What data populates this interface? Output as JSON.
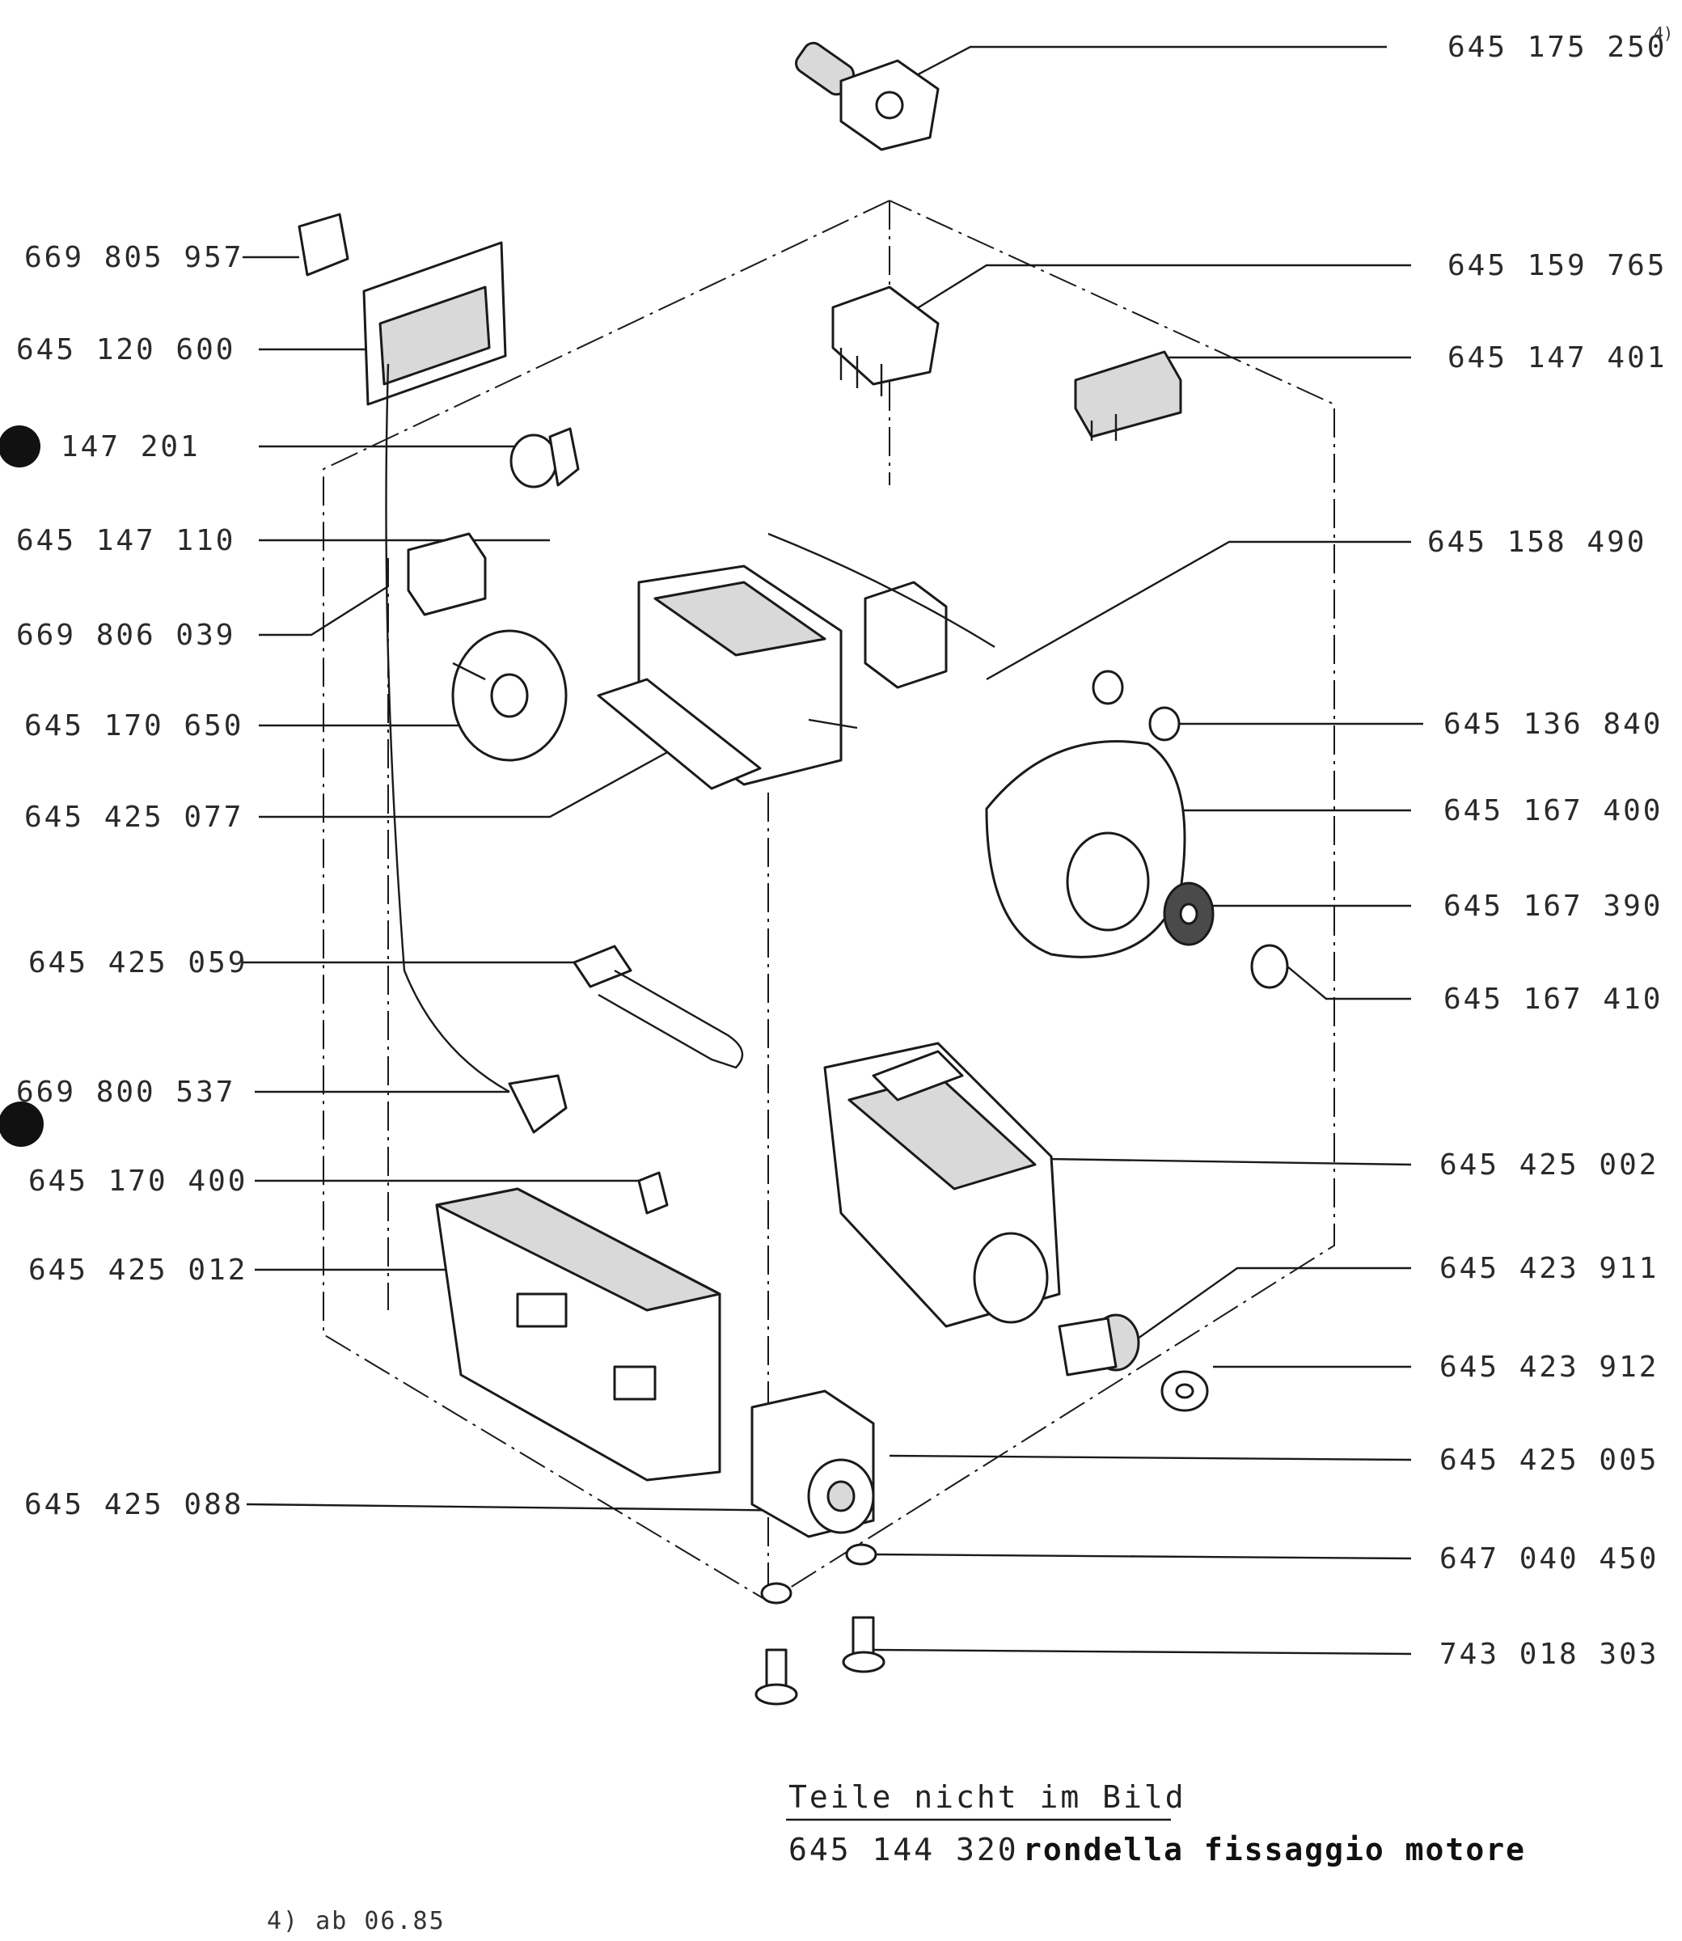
{
  "labels_left": [
    "669 805 957",
    "645 120 600",
    "147 201",
    "645 147 110",
    "669 806 039",
    "645 170 650",
    "645 425 077",
    "645 425 059",
    "669 800 537",
    "645 170 400",
    "645 425 012",
    "645 425 088"
  ],
  "labels_right": [
    "645 175 250",
    "645 159 765",
    "645 147 401",
    "645 158 490",
    "645 136 840",
    "645 167 400",
    "645 167 390",
    "645 167 410",
    "645 425 002",
    "645 423 911",
    "645 423 912",
    "645 425 005",
    "647 040 450",
    "743 018 303"
  ],
  "superscript": "4)",
  "notes": {
    "heading": "Teile nicht im Bild",
    "part_number": "645 144 320",
    "part_desc": "rondella fissaggio motore"
  },
  "footnote": "4) ab 06.85"
}
